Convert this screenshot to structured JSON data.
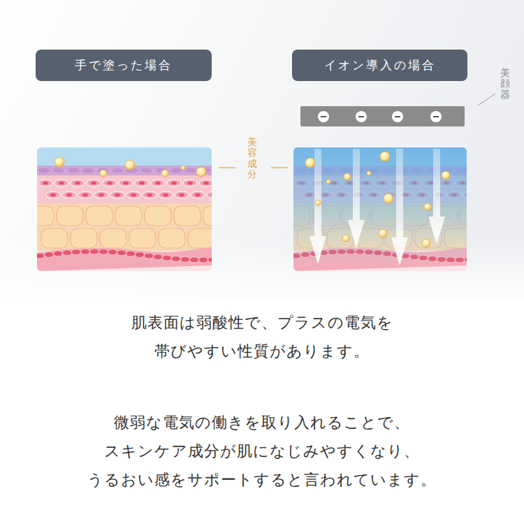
{
  "diagram": {
    "nodes": [
      {
        "text": [
          "手で塗った場合"
        ]
      },
      {
        "text": [
          "イオン導入の場合"
        ]
      }
    ],
    "labels": [
      "美顔器",
      "美容成分",
      "肌表面は弱酸性で、プラスの電気を 帯びやすい性質があります。",
      "微弱な電気の働きを取り入れることで、 スキンケア成分が肌になじみやすくなり、 うるおい感をサポートすると言われています。"
    ]
  }
}
